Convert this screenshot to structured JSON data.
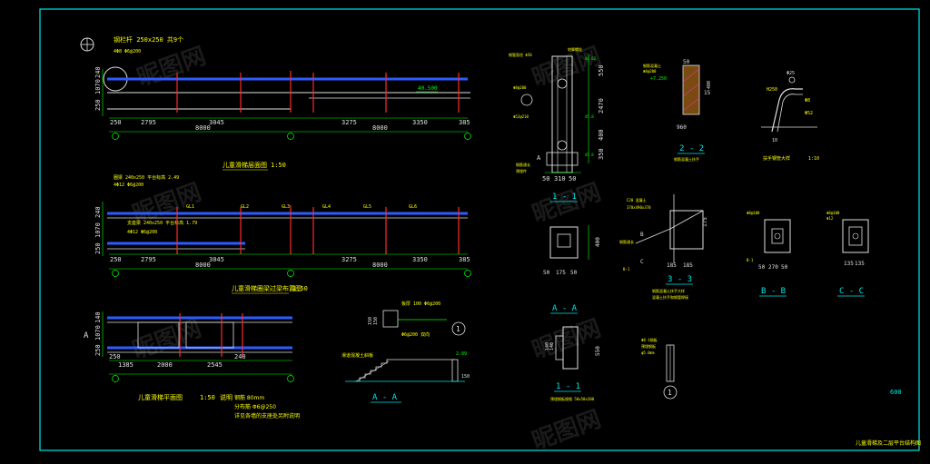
{
  "sheet": {
    "title": "儿童滑梯及二层平台结构图",
    "sheet_no": "600"
  },
  "watermark": {
    "text": "昵图网"
  },
  "colors": {
    "background": "#000000",
    "frame": "#00e5e5",
    "rail": "#2b5cff",
    "post": "#ff2a2a",
    "dim": "#00ff00",
    "label": "#ffff00",
    "concrete": "#e0e0e0",
    "magenta": "#ff33ff"
  },
  "plan1": {
    "caption": "儿童滑梯层面图",
    "scale": "1:50",
    "note_a": "钢栏杆  250x250  共9个",
    "note_b": "4Φ8  Φ6@200",
    "elev_text": "40.500",
    "dims_v": [
      "250",
      "1070",
      "240"
    ],
    "dims_top": [
      "250",
      "2795",
      "3045",
      "3275",
      "3350",
      "385"
    ],
    "dims_total": [
      "8000",
      "8000"
    ]
  },
  "plan2": {
    "caption": "儿童滑梯圈梁过梁布置图",
    "scale": "1:50",
    "note_a": "圈梁  240x250  平台标高  2.49",
    "note_b": "4Φ12  Φ6@200",
    "note_c": "支座梁 240x250  平台标高  1.79",
    "note_d": "4Φ12  Φ6@200",
    "beam_labels": [
      "GL1",
      "GL2",
      "GL3",
      "GL4",
      "GL5",
      "GL6"
    ],
    "dims_v": [
      "250",
      "1070",
      "240"
    ],
    "dims_top": [
      "250",
      "2795",
      "3045",
      "3275",
      "3350",
      "385"
    ],
    "dims_total": [
      "8000",
      "8000"
    ]
  },
  "plan3": {
    "caption": "儿童滑梯平面图",
    "scale": "1:50",
    "note_label": "说明",
    "notes": [
      "钢筋  80mm",
      "分布筋  Φ6@250",
      "详见各墙的支座处另附说明"
    ],
    "axis_letter": "A",
    "dims_v": [
      "250",
      "1070",
      "140"
    ],
    "dims_bottom": [
      "250",
      "1385",
      "2000",
      "2545",
      "240"
    ]
  },
  "sectionAA": {
    "title": "A - A",
    "note_top": "板厚 100  Φ6@200",
    "note_mid": "Φ6@200 双向",
    "slope_label": "滑道混凝土斜板",
    "elev": "2.89",
    "dims": [
      "150",
      "150",
      "150"
    ],
    "circle": "1"
  },
  "detail11": {
    "title": "1 - 1",
    "dims_v": [
      "550",
      "2470",
      "400",
      "350"
    ],
    "dims_h": [
      "50",
      "310",
      "50"
    ],
    "labels": [
      "钢管直径 Φ50",
      "Φ8@200",
      "Φ52@210",
      "钢筋通长",
      "预埋件",
      "地脚螺栓"
    ],
    "elev": [
      "46.62",
      "45.8",
      "45.8"
    ],
    "grid": "A"
  },
  "detail22": {
    "title": "2 - 2",
    "dims": [
      "50",
      "960",
      "15",
      "400"
    ],
    "labels": [
      "钢筋混凝土",
      "Φ8@200",
      "+7.250"
    ],
    "note": "钢筋混凝土扶手"
  },
  "detailRail": {
    "labels": [
      "Φ25",
      "H250",
      "Φ8",
      "Φ52",
      "10"
    ],
    "caption": "扶手钢管大样",
    "scale": "1:10"
  },
  "detail33": {
    "title": "3 - 3",
    "dims": [
      "185",
      "185",
      "175"
    ],
    "labels": [
      "C20 混凝土",
      "370x490x370",
      "B",
      "C",
      "B-1",
      "钢筋通长"
    ],
    "notes": [
      "钢筋混凝土扶手大样",
      "混凝土扶手和钢管焊接"
    ]
  },
  "detailB": {
    "title": "B - B",
    "dims": [
      "50",
      "270",
      "50"
    ],
    "labels": [
      "Φ8@100",
      "B-1"
    ]
  },
  "detailC": {
    "title": "C - C",
    "dims": [
      "135",
      "135"
    ],
    "labels": [
      "Φ8@100",
      "Φ12"
    ]
  },
  "detailSq": {
    "title": "A - A",
    "dims": [
      "50",
      "175",
      "50"
    ],
    "label": "400"
  },
  "detail1b": {
    "title": "1 - 1",
    "dims": [
      "550",
      "140",
      "140"
    ],
    "label": "预埋钢板规格 50x50x200"
  },
  "detailCircle": {
    "circle": "1",
    "labels": [
      "Φ8-1钢板",
      "预埋钢板",
      "φ5.0mm"
    ]
  }
}
